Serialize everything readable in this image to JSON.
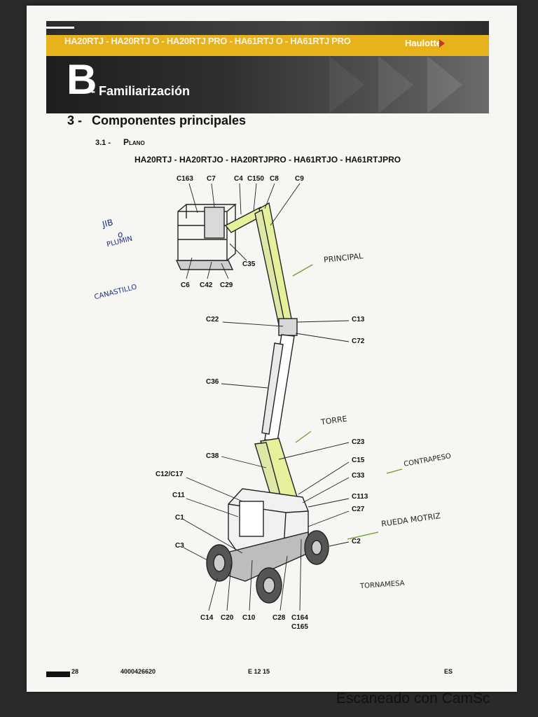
{
  "header": {
    "models": "HA20RTJ - HA20RTJ O - HA20RTJ PRO - HA61RTJ O - HA61RTJ PRO",
    "brand": "Haulotte",
    "section_letter": "B",
    "section_title": "- Familiarización"
  },
  "heading": {
    "number": "3 -",
    "title": "Componentes principales"
  },
  "subheading": {
    "number": "3.1 -",
    "title": "Plano"
  },
  "model_line": "HA20RTJ - HA20RTJO - HA20RTJPRO - HA61RTJO - HA61RTJPRO",
  "labels": {
    "C163": "C163",
    "C7": "C7",
    "C4": "C4",
    "C150": "C150",
    "C8": "C8",
    "C9": "C9",
    "C35": "C35",
    "C6": "C6",
    "C42": "C42",
    "C29": "C29",
    "C22": "C22",
    "C13": "C13",
    "C72": "C72",
    "C36": "C36",
    "C23": "C23",
    "C38": "C38",
    "C15": "C15",
    "C12C17": "C12/C17",
    "C33": "C33",
    "C11": "C11",
    "C113": "C113",
    "C27": "C27",
    "C1": "C1",
    "C2": "C2",
    "C3": "C3",
    "C14": "C14",
    "C20": "C20",
    "C10": "C10",
    "C28": "C28",
    "C164": "C164",
    "C165": "C165"
  },
  "handwritten": {
    "jib": "JIB",
    "o": "o",
    "plumin": "PLUMIN",
    "canastillo": "CANASTILLO",
    "principal": "PRINCIPAL",
    "torre": "TORRE",
    "contrapeso": "CONTRAPESO",
    "rueda_motriz": "RUEDA MOTRIZ",
    "tornamesa": "TORNAMESA"
  },
  "footer": {
    "page": "28",
    "doc_number": "4000426620",
    "edition": "E 12 15",
    "lang": "ES"
  },
  "scan_stamp": "Escaneado con CamSc",
  "colors": {
    "accent_yellow": "#e8b21d",
    "boom_yellow": "#e6ef9a",
    "ink_blue": "#1d2f8a",
    "ink_green": "#6b9b2a"
  }
}
